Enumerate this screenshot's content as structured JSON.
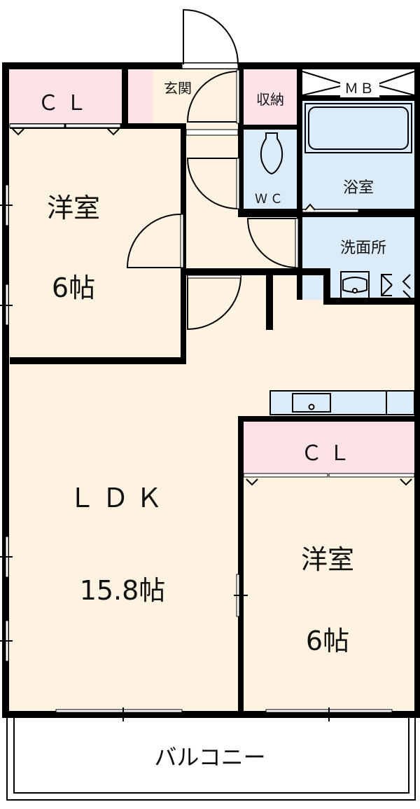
{
  "floorplan": {
    "colors": {
      "floor": "#fdf3e0",
      "closet": "#fde3e8",
      "wet": "#dcebf8",
      "wall": "#000000",
      "balcony": "#ffffff"
    },
    "rooms": {
      "western_room_1": {
        "name": "洋室",
        "size": "6帖"
      },
      "western_room_2": {
        "name": "洋室",
        "size": "6帖"
      },
      "ldk": {
        "name": "ＬＤＫ",
        "size": "15.8帖"
      },
      "closet_1": {
        "name": "ＣＬ"
      },
      "closet_2": {
        "name": "ＣＬ"
      },
      "entrance": {
        "name": "玄関"
      },
      "storage": {
        "name": "収納"
      },
      "meter_box": {
        "name": "ＭＢ"
      },
      "bathroom": {
        "name": "浴室"
      },
      "toilet": {
        "name": "ＷＣ"
      },
      "washroom": {
        "name": "洗面所"
      },
      "balcony": {
        "name": "バルコニー"
      }
    }
  }
}
